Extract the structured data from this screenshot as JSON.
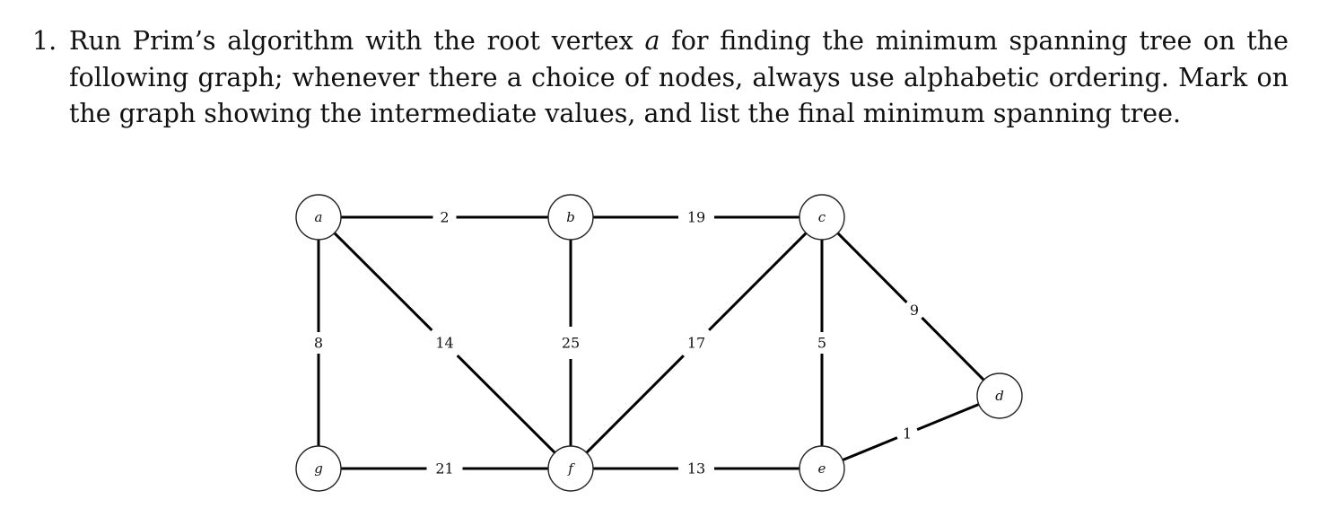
{
  "problem": {
    "number": "1.",
    "text_before_var": "Run Prim’s algorithm with the root vertex ",
    "root_var": "a",
    "text_after_var": " for finding the minimum spanning tree on the following graph; whenever there a choice of nodes, always use alphabetic ordering. Mark on the graph showing the intermediate values, and list the final minimum spanning tree."
  },
  "graph": {
    "nodes": [
      {
        "id": "a",
        "label": "a"
      },
      {
        "id": "b",
        "label": "b"
      },
      {
        "id": "c",
        "label": "c"
      },
      {
        "id": "d",
        "label": "d"
      },
      {
        "id": "e",
        "label": "e"
      },
      {
        "id": "f",
        "label": "f"
      },
      {
        "id": "g",
        "label": "g"
      }
    ],
    "edges": [
      {
        "from": "a",
        "to": "b",
        "weight": "2"
      },
      {
        "from": "b",
        "to": "c",
        "weight": "19"
      },
      {
        "from": "a",
        "to": "g",
        "weight": "8"
      },
      {
        "from": "a",
        "to": "f",
        "weight": "14"
      },
      {
        "from": "b",
        "to": "f",
        "weight": "25"
      },
      {
        "from": "c",
        "to": "f",
        "weight": "17"
      },
      {
        "from": "c",
        "to": "e",
        "weight": "5"
      },
      {
        "from": "c",
        "to": "d",
        "weight": "9"
      },
      {
        "from": "e",
        "to": "d",
        "weight": "1"
      },
      {
        "from": "g",
        "to": "f",
        "weight": "21"
      },
      {
        "from": "f",
        "to": "e",
        "weight": "13"
      }
    ]
  }
}
